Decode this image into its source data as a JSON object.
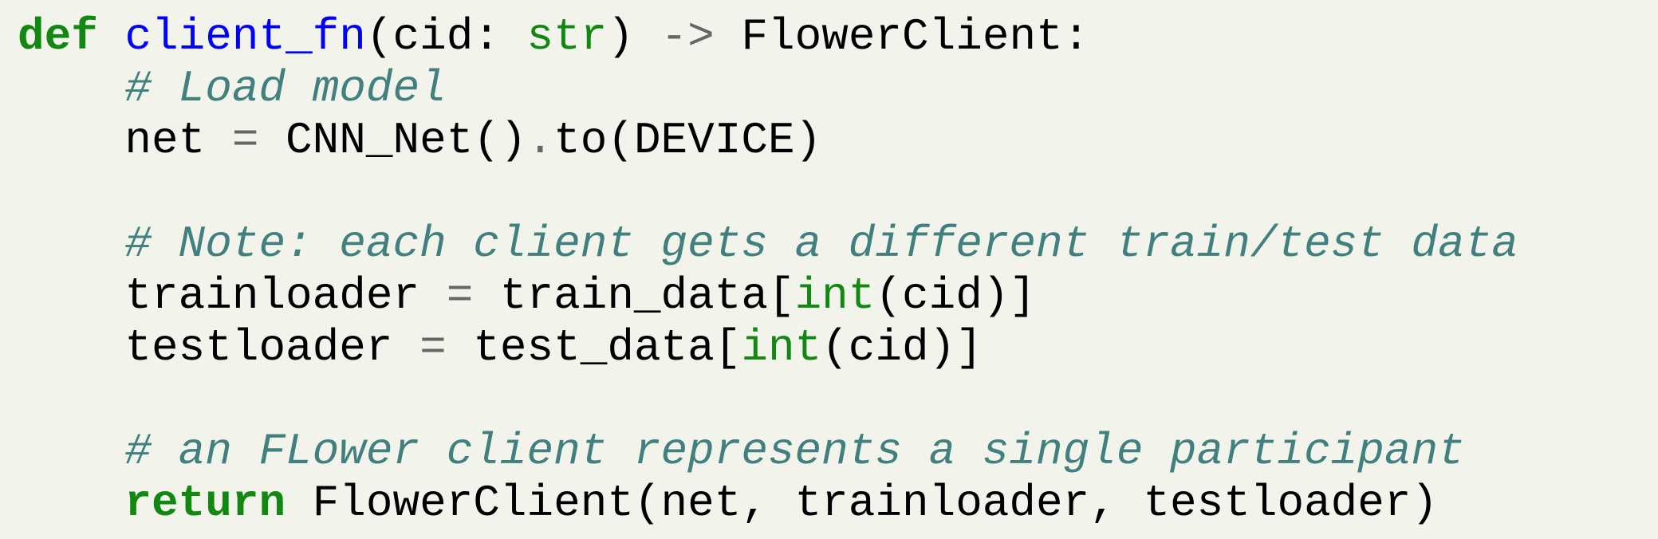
{
  "code_block": {
    "language_hint": "python-syntax-highlighted-code",
    "colors": {
      "background": "#f2f4ec",
      "keyword": "#128712",
      "function": "#0000ff",
      "builtin": "#128712",
      "comment": "#41807e",
      "operator": "#666666",
      "plain": "#000000"
    },
    "lines": [
      {
        "tokens": [
          {
            "text": "def",
            "type": "keyword"
          },
          {
            "text": " ",
            "type": "plain"
          },
          {
            "text": "client_fn",
            "type": "function"
          },
          {
            "text": "(cid: ",
            "type": "plain"
          },
          {
            "text": "str",
            "type": "builtin"
          },
          {
            "text": ") ",
            "type": "plain"
          },
          {
            "text": "->",
            "type": "operator"
          },
          {
            "text": " FlowerClient:",
            "type": "plain"
          }
        ]
      },
      {
        "tokens": [
          {
            "text": "    ",
            "type": "plain"
          },
          {
            "text": "# Load model",
            "type": "comment"
          }
        ]
      },
      {
        "tokens": [
          {
            "text": "    net ",
            "type": "plain"
          },
          {
            "text": "=",
            "type": "operator"
          },
          {
            "text": " CNN_Net()",
            "type": "plain"
          },
          {
            "text": ".",
            "type": "operator"
          },
          {
            "text": "to(DEVICE)",
            "type": "plain"
          }
        ]
      },
      {
        "tokens": []
      },
      {
        "tokens": [
          {
            "text": "    ",
            "type": "plain"
          },
          {
            "text": "# Note: each client gets a different train/test data",
            "type": "comment"
          }
        ]
      },
      {
        "tokens": [
          {
            "text": "    trainloader ",
            "type": "plain"
          },
          {
            "text": "=",
            "type": "operator"
          },
          {
            "text": " train_data[",
            "type": "plain"
          },
          {
            "text": "int",
            "type": "builtin"
          },
          {
            "text": "(cid)]",
            "type": "plain"
          }
        ]
      },
      {
        "tokens": [
          {
            "text": "    testloader ",
            "type": "plain"
          },
          {
            "text": "=",
            "type": "operator"
          },
          {
            "text": " test_data[",
            "type": "plain"
          },
          {
            "text": "int",
            "type": "builtin"
          },
          {
            "text": "(cid)]",
            "type": "plain"
          }
        ]
      },
      {
        "tokens": []
      },
      {
        "tokens": [
          {
            "text": "    ",
            "type": "plain"
          },
          {
            "text": "# an FLower client represents a single participant",
            "type": "comment"
          }
        ]
      },
      {
        "tokens": [
          {
            "text": "    ",
            "type": "plain"
          },
          {
            "text": "return",
            "type": "keyword"
          },
          {
            "text": " FlowerClient(net, trainloader, testloader)",
            "type": "plain"
          }
        ]
      }
    ]
  }
}
